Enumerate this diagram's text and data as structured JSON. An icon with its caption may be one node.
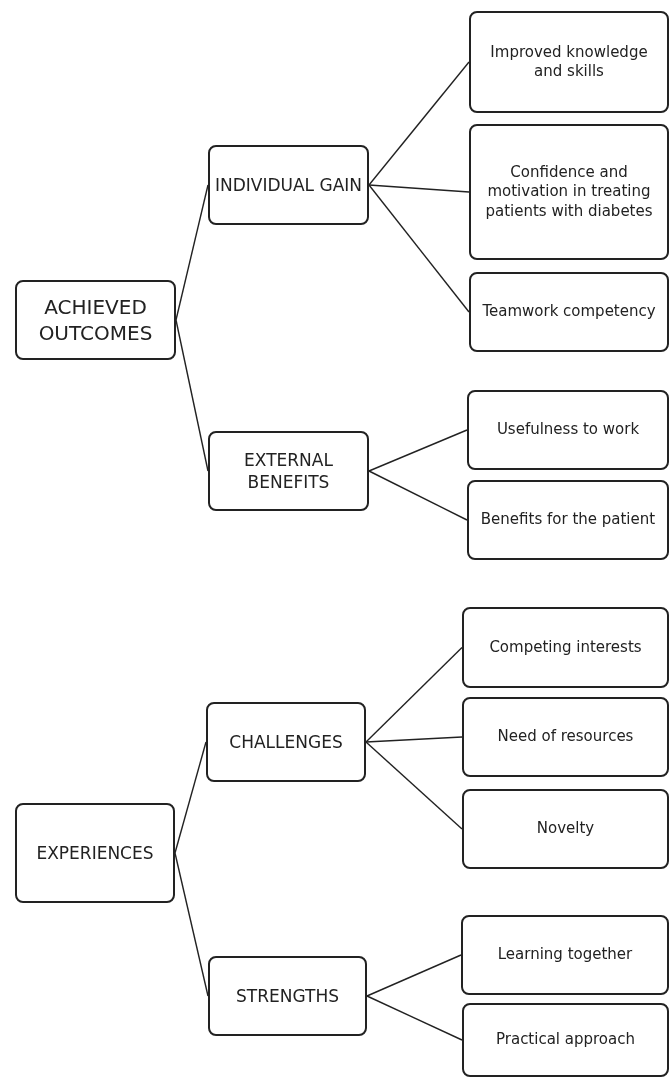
{
  "diagram": {
    "nodes": [
      {
        "text": [
          "ACHIEVED OUTCOMES"
        ]
      },
      {
        "text": [
          "INDIVIDUAL GAIN"
        ]
      },
      {
        "text": [
          "Improved knowledge and skills"
        ]
      },
      {
        "text": [
          "Confidence and motivation in treating patients with diabetes"
        ]
      },
      {
        "text": [
          "Teamwork competency"
        ]
      },
      {
        "text": [
          "EXTERNAL BENEFITS"
        ]
      },
      {
        "text": [
          "Usefulness to work"
        ]
      },
      {
        "text": [
          "Benefits for the patient"
        ]
      },
      {
        "text": [
          "EXPERIENCES"
        ]
      },
      {
        "text": [
          "CHALLENGES"
        ]
      },
      {
        "text": [
          "Competing interests"
        ]
      },
      {
        "text": [
          "Need of resources"
        ]
      },
      {
        "text": [
          "Novelty"
        ]
      },
      {
        "text": [
          "STRENGTHS"
        ]
      },
      {
        "text": [
          "Learning together"
        ]
      },
      {
        "text": [
          "Practical approach"
        ]
      }
    ],
    "edges": [
      {
        "from": 0,
        "to": 1,
        "arrow": "none"
      },
      {
        "from": 0,
        "to": 5,
        "arrow": "none"
      },
      {
        "from": 1,
        "to": 2,
        "arrow": "none"
      },
      {
        "from": 1,
        "to": 3,
        "arrow": "none"
      },
      {
        "from": 1,
        "to": 4,
        "arrow": "none"
      },
      {
        "from": 5,
        "to": 6,
        "arrow": "none"
      },
      {
        "from": 5,
        "to": 7,
        "arrow": "none"
      },
      {
        "from": 8,
        "to": 9,
        "arrow": "none"
      },
      {
        "from": 8,
        "to": 13,
        "arrow": "none"
      },
      {
        "from": 9,
        "to": 10,
        "arrow": "none"
      },
      {
        "from": 9,
        "to": 11,
        "arrow": "none"
      },
      {
        "from": 9,
        "to": 12,
        "arrow": "none"
      },
      {
        "from": 13,
        "to": 14,
        "arrow": "none"
      },
      {
        "from": 13,
        "to": 15,
        "arrow": "none"
      }
    ]
  }
}
